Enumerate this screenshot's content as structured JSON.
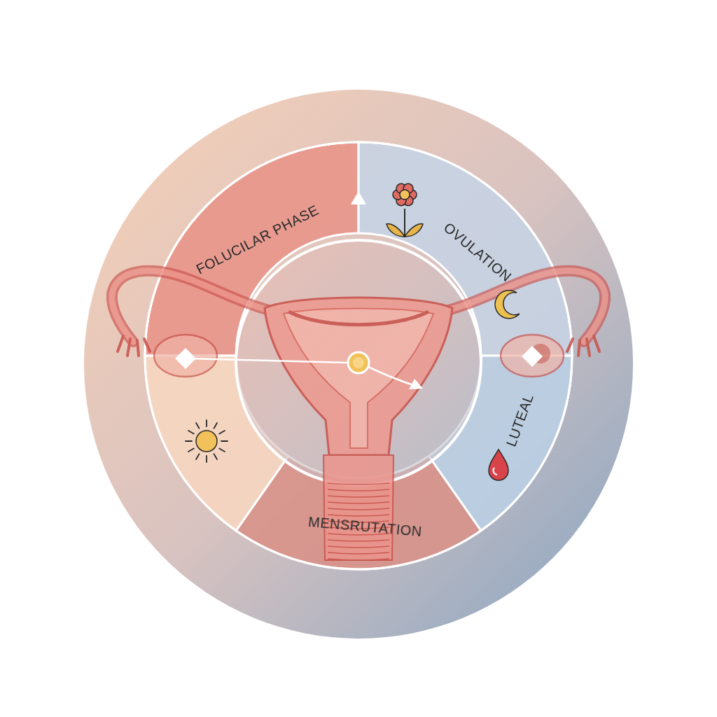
{
  "diagram": {
    "labels": [
      "FOLUCILAR PHASE",
      "OVULATION",
      "LUTEAL",
      "MENSRUTATION"
    ]
  }
}
